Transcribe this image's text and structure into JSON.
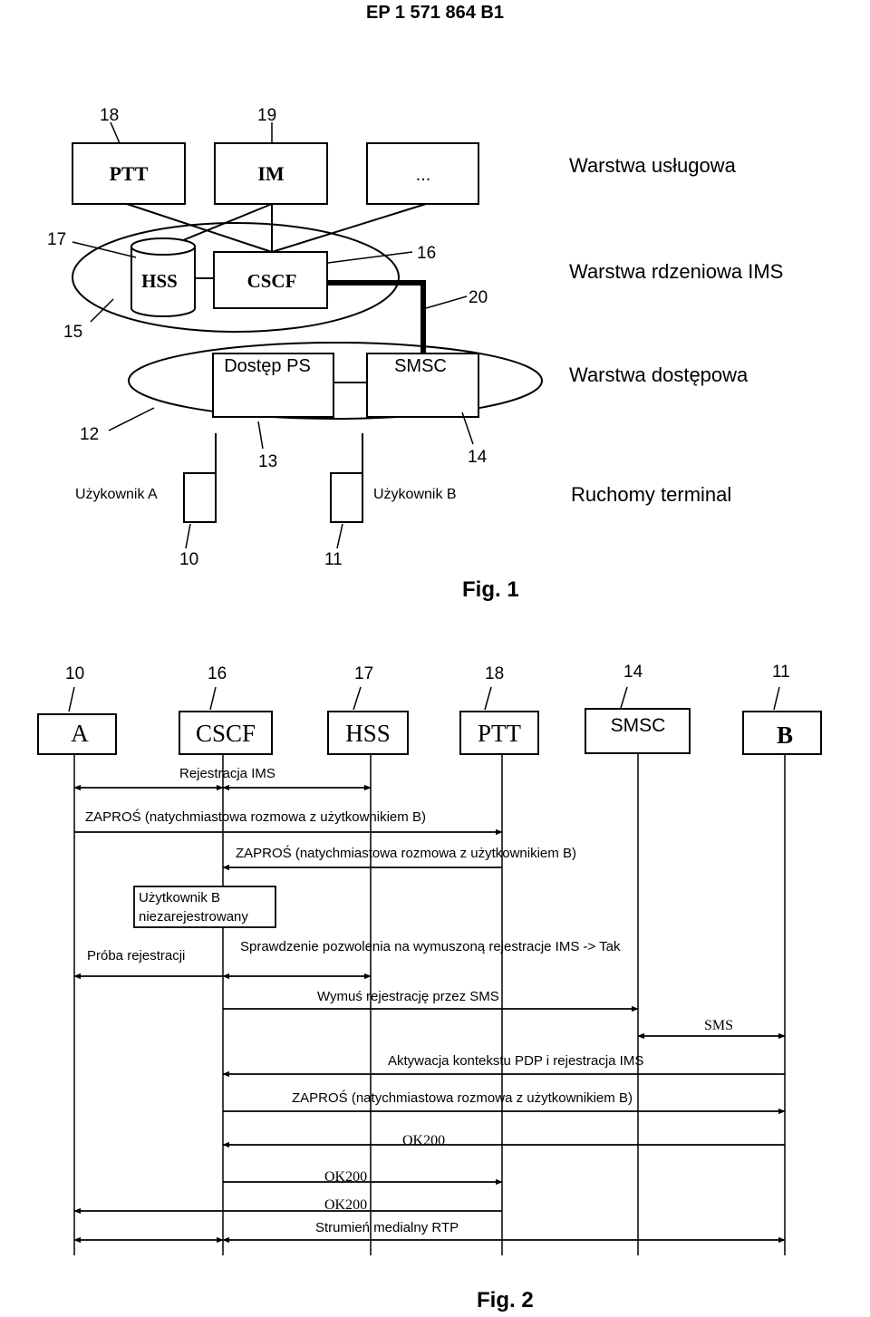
{
  "header": {
    "title": "EP 1 571 864 B1"
  },
  "fig1": {
    "caption": "Fig. 1",
    "layers": {
      "service": "Warstwa usługowa",
      "core": "Warstwa rdzeniowa IMS",
      "access": "Warstwa dostępowa",
      "terminal": "Ruchomy terminal"
    },
    "boxes": {
      "ptt": "PTT",
      "im": "IM",
      "dots": "...",
      "hss": "HSS",
      "cscf": "CSCF",
      "ps_access": "Dostęp PS",
      "smsc": "SMSC"
    },
    "users": {
      "a": "Użykownik A",
      "b": "Użykownik B"
    },
    "refs": {
      "r18": "18",
      "r19": "19",
      "r17": "17",
      "r16": "16",
      "r15": "15",
      "r20": "20",
      "r12": "12",
      "r13": "13",
      "r14": "14",
      "r10": "10",
      "r11": "11"
    }
  },
  "fig2": {
    "caption": "Fig. 2",
    "entities": {
      "a": "A",
      "cscf": "CSCF",
      "hss": "HSS",
      "ptt": "PTT",
      "smsc": "SMSC",
      "b": "B"
    },
    "refs": {
      "r10": "10",
      "r16": "16",
      "r17": "17",
      "r18": "18",
      "r14": "14",
      "r11": "11"
    },
    "messages": {
      "reg_ims": "Rejestracja IMS",
      "invite1": "ZAPROŚ (natychmiastowa rozmowa z użytkownikiem B)",
      "invite2": "ZAPROŚ (natychmiastowa rozmowa z użytkownikiem B)",
      "unreg_line1": "Użytkownik B",
      "unreg_line2": "niezarejestrowany",
      "reg_attempt": "Próba rejestracji",
      "check": "Sprawdzenie pozwolenia na wymuszoną rejestracje IMS -> Tak",
      "force_sms": "Wymuś rejestrację przez SMS",
      "sms": "SMS",
      "pdp": "Aktywacja kontekstu PDP i rejestracja IMS",
      "invite3": "ZAPROŚ (natychmiastowa rozmowa z użytkownikiem B)",
      "ok1": "OK200",
      "ok2": "OK200",
      "ok3": "OK200",
      "rtp": "Strumień medialny RTP"
    }
  }
}
